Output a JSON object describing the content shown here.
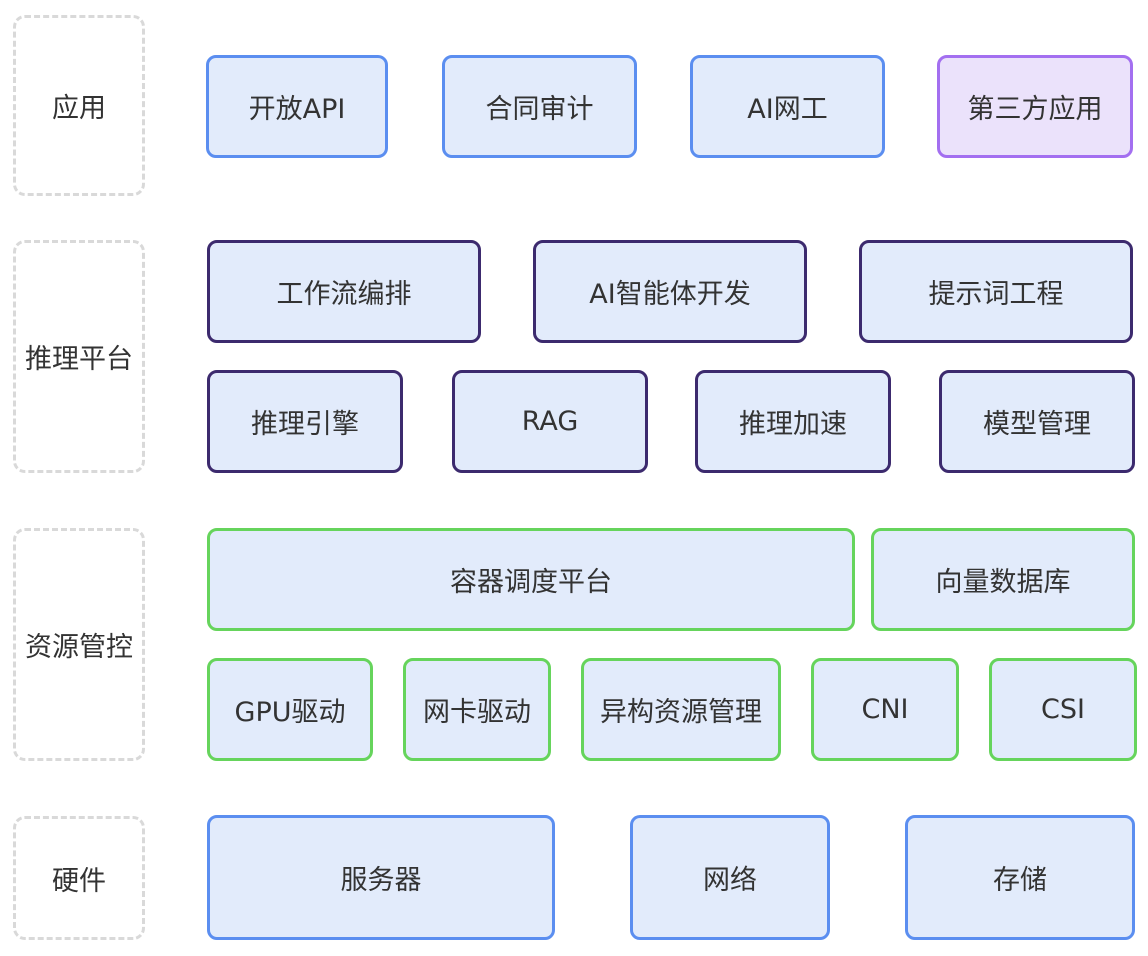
{
  "layers": {
    "application": "应用",
    "inference_platform": "推理平台",
    "resource_control": "资源管控",
    "hardware": "硬件"
  },
  "application": {
    "open_api": "开放API",
    "contract_audit": "合同审计",
    "ai_network": "AI网工",
    "third_party": "第三方应用"
  },
  "inference_platform": {
    "workflow": "工作流编排",
    "agent_dev": "AI智能体开发",
    "prompt_engineering": "提示词工程",
    "inference_engine": "推理引擎",
    "rag": "RAG",
    "inference_accel": "推理加速",
    "model_mgmt": "模型管理"
  },
  "resource_control": {
    "container_scheduler": "容器调度平台",
    "vector_db": "向量数据库",
    "gpu_driver": "GPU驱动",
    "nic_driver": "网卡驱动",
    "hetero_mgmt": "异构资源管理",
    "cni": "CNI",
    "csi": "CSI"
  },
  "hardware": {
    "server": "服务器",
    "network": "网络",
    "storage": "存储"
  },
  "colors": {
    "box_fill": "#e2ebfb",
    "application_border": "#5b8ef0",
    "third_party_border": "#a36ff0",
    "third_party_fill": "#ebe2fb",
    "inference_border": "#3c2a6e",
    "resource_border": "#66d45c",
    "hardware_border": "#5b8ef0",
    "layer_border": "#d9d9d9"
  }
}
